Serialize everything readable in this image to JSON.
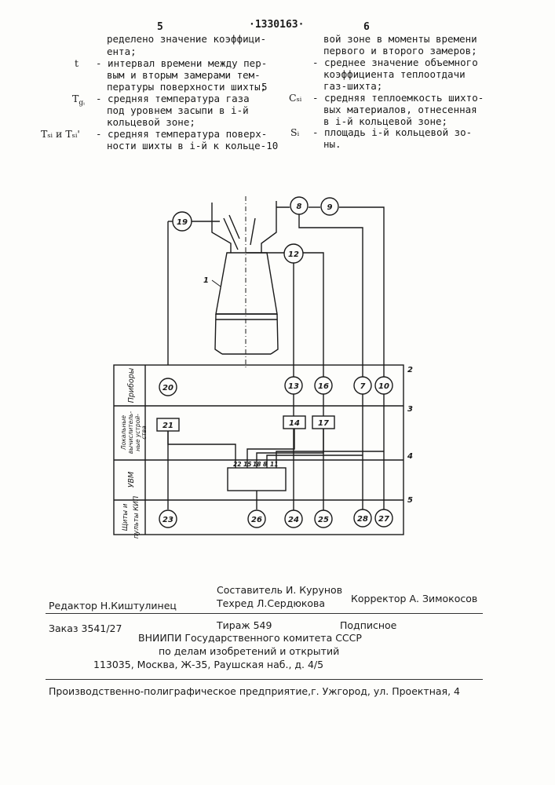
{
  "header": {
    "page_left": "5",
    "patent_number": "·1330163·",
    "page_right": "6"
  },
  "left_column": {
    "lines": [
      "ределено значение коэффици-",
      "ента;",
      "- интервал времени между пер-",
      "вым и вторым замерами тем-",
      "пературы поверхности шихты;",
      "- средняя температура газа",
      "под уровнем засыпи в і-й",
      "кольцевой зоне;",
      "- средняя температура поверх-",
      "ности шихты в і-й к кольце-10"
    ],
    "symbols": {
      "t": "t",
      "tg": "T",
      "tg_sub": "gᵢ",
      "ts": "Tₛᵢ и Tₛᵢ'"
    },
    "line_marker_5": "5"
  },
  "right_column": {
    "lines": [
      "вой зоне в моменты времени",
      "первого и второго замеров;",
      "- среднее значение объемного",
      "коэффициента теплоотдачи",
      "газ-шихта;",
      "- средняя теплоемкость шихто-",
      "вых материалов, отнесенная",
      "в і-й кольцевой зоне;",
      "- площадь  і-й кольцевой зо-",
      "ны."
    ],
    "symbols": {
      "cs": "Cₛᵢ",
      "s": "Sᵢ"
    }
  },
  "diagram": {
    "furnace_label": "1",
    "row_labels": {
      "r1": "Приборы",
      "r2": "Локальные вычислитель- ные устрой- ства",
      "r3": "УВМ",
      "r4": "Щиты и пульты КИП"
    },
    "side_numbers": [
      "2",
      "3",
      "4",
      "5"
    ],
    "sensors": [
      "19",
      "8",
      "9",
      "12"
    ],
    "instruments": [
      "20",
      "13",
      "16",
      "7",
      "10"
    ],
    "local_devices": [
      "21",
      "14",
      "17"
    ],
    "uvm_inputs": [
      "22",
      "15",
      "18",
      "8",
      "11"
    ],
    "panels": [
      "23",
      "26",
      "24",
      "25",
      "28",
      "27"
    ]
  },
  "colophon": {
    "compiler": "Составитель И. Курунов",
    "editor": "Редактор Н.Киштулинец",
    "techred": "Техред Л.Сердюкова",
    "corrector": "Корректор А. Зимокосов",
    "order": "Заказ 3541/27",
    "circulation": "Тираж 549",
    "subscription": "Подписное",
    "org_line1": "ВНИИПИ Государственного комитета СССР",
    "org_line2": "по делам изобретений и открытий",
    "org_line3": "113035, Москва, Ж-35, Раушская наб., д. 4/5",
    "printer": "Производственно-полиграфическое предприятие,г. Ужгород, ул. Проектная, 4"
  }
}
